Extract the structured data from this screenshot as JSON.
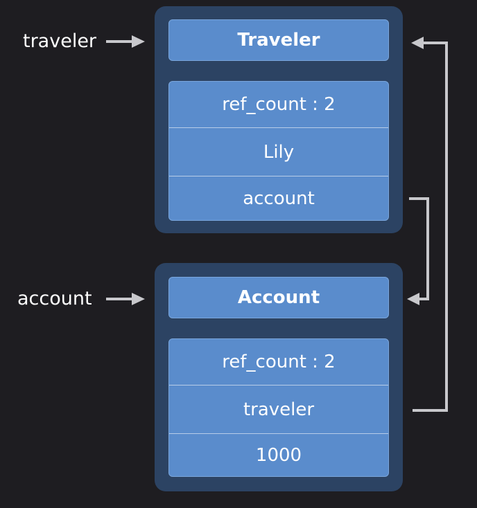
{
  "variables": {
    "traveler": "traveler",
    "account": "account"
  },
  "objects": {
    "traveler": {
      "title": "Traveler",
      "fields": [
        "ref_count : 2",
        "Lily",
        "account"
      ]
    },
    "account": {
      "title": "Account",
      "fields": [
        "ref_count : 2",
        "traveler",
        "1000"
      ]
    }
  },
  "colors": {
    "background": "#1e1d21",
    "box_outer": "#2c4363",
    "box_inner": "#5a8ccc",
    "arrow": "#c8c8cc"
  }
}
